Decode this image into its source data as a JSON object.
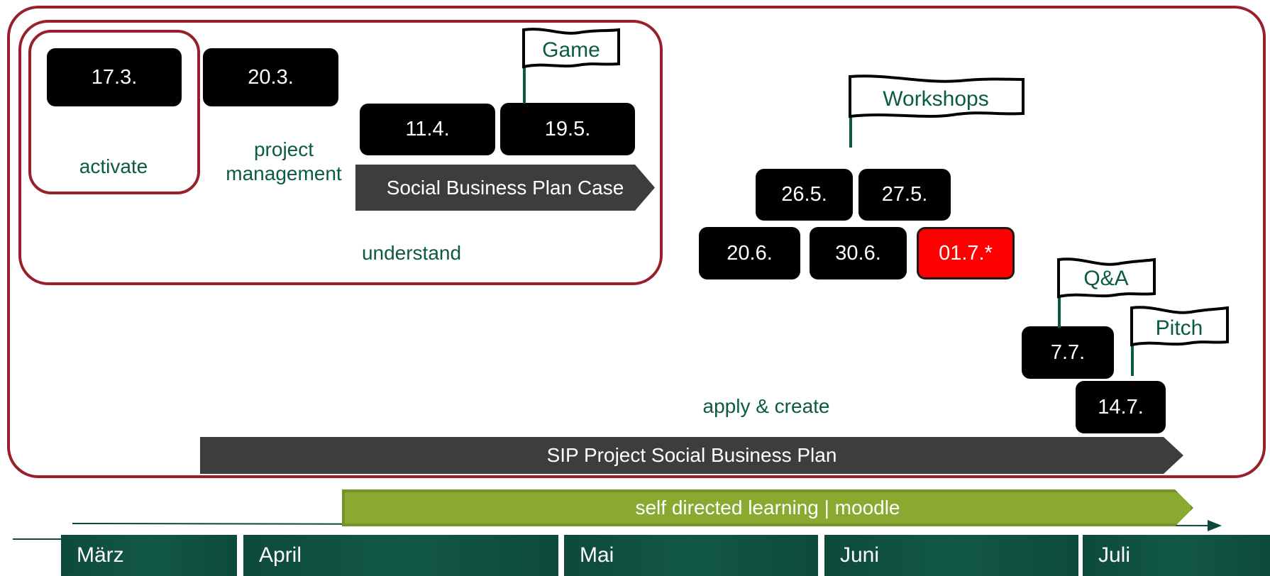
{
  "colors": {
    "frame": "#97202a",
    "green_text": "#0b5a46",
    "date_box": "#000000",
    "highlight_box": "#ff0000",
    "dark_arrow": "#3d3d3b",
    "olive_arrow": "#8aa931",
    "month_bar": "#0d4a3b"
  },
  "dates": {
    "d_17_3": "17.3.",
    "d_20_3": "20.3.",
    "d_11_4": "11.4.",
    "d_19_5": "19.5.",
    "d_26_5": "26.5.",
    "d_27_5": "27.5.",
    "d_20_6": "20.6.",
    "d_30_6": "30.6.",
    "d_01_7": "01.7.*",
    "d_7_7": "7.7.",
    "d_14_7": "14.7."
  },
  "labels": {
    "activate": "activate",
    "project_management_line1": "project",
    "project_management_line2": "management",
    "understand": "understand",
    "apply_create": "apply & create"
  },
  "flags": {
    "game": "Game",
    "workshops": "Workshops",
    "qa": "Q&A",
    "pitch": "Pitch"
  },
  "bars": {
    "social_business_plan_case": "Social Business Plan Case",
    "sip_project": "SIP Project Social Business Plan",
    "self_directed": "self directed learning | moodle"
  },
  "months": [
    "März",
    "April",
    "Mai",
    "Juni",
    "Juli"
  ]
}
